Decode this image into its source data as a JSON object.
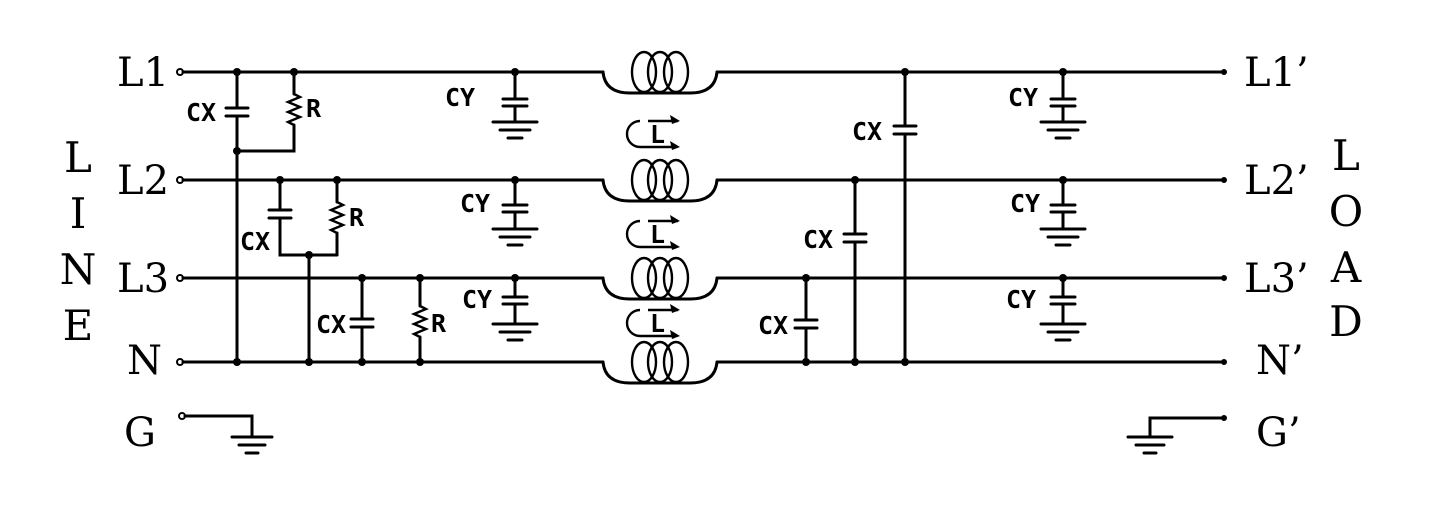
{
  "lines_left": [
    "L1",
    "L2",
    "L3",
    "N",
    "G"
  ],
  "lines_right": [
    "L1’",
    "L2’",
    "L3’",
    "N’",
    "G’"
  ],
  "side_left": [
    "L",
    "I",
    "N",
    "E"
  ],
  "side_right": [
    "L",
    "O",
    "A",
    "D"
  ],
  "components": {
    "cx": "CX",
    "cy": "CY",
    "r": "R",
    "l": "L"
  }
}
